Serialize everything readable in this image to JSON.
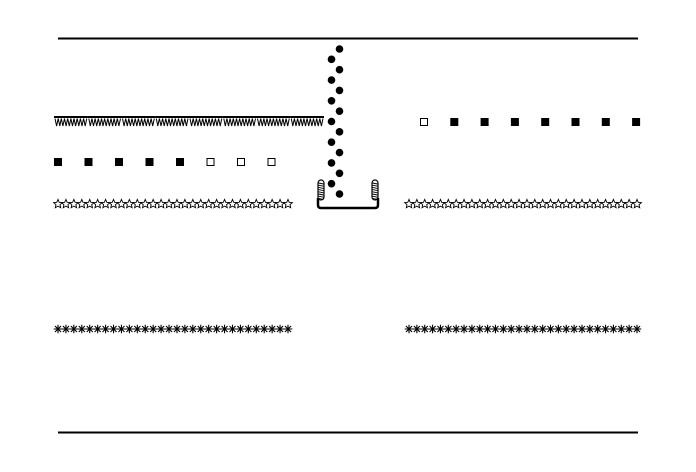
{
  "colors": {
    "background": "#ffffff",
    "ink": "#000000"
  },
  "game": {
    "hoop_chain": {
      "beads": 15
    },
    "rows": [
      {
        "id": "top-left-sawtooth",
        "kind": "sawtooth",
        "count": 8
      },
      {
        "id": "top-left-squares",
        "pattern": [
          "filled",
          "filled",
          "filled",
          "filled",
          "filled",
          "empty",
          "empty",
          "empty"
        ]
      },
      {
        "id": "top-right-squares",
        "pattern": [
          "empty",
          "filled",
          "filled",
          "filled",
          "filled",
          "filled",
          "filled",
          "filled"
        ]
      },
      {
        "id": "mid-left-stars",
        "kind": "hollow-star",
        "count": 30
      },
      {
        "id": "mid-right-stars",
        "kind": "hollow-star",
        "count": 30
      },
      {
        "id": "low-left-asterisks",
        "kind": "asterisk",
        "count": 30
      },
      {
        "id": "low-right-asterisks",
        "kind": "asterisk",
        "count": 30
      }
    ]
  }
}
